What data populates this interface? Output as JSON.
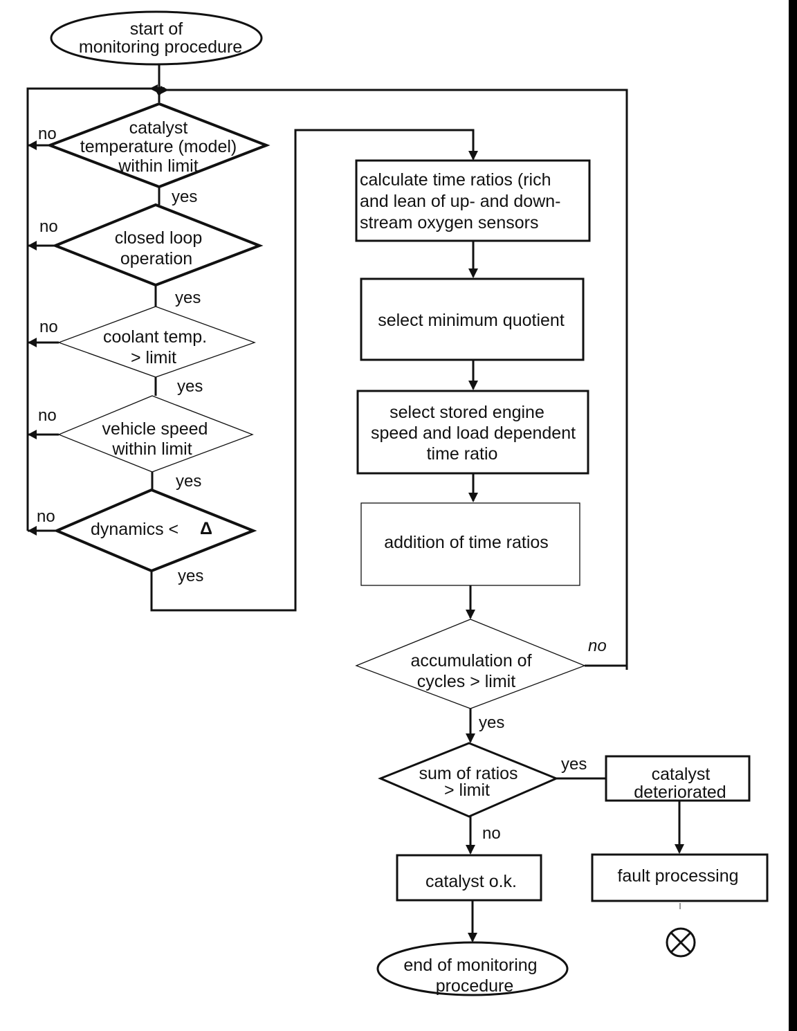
{
  "nodes": {
    "start": [
      "start of",
      "monitoring procedure"
    ],
    "d1": [
      "catalyst",
      "temperature (model)",
      "within limit"
    ],
    "d2": [
      "closed loop",
      "operation"
    ],
    "d3": [
      "coolant temp.",
      "> limit"
    ],
    "d4": [
      "vehicle speed",
      "within limit"
    ],
    "d5": "dynamics <",
    "d5_symbol": "Δ",
    "b1": [
      "calculate time ratios (rich",
      "and lean of up- and down-",
      "stream oxygen sensors"
    ],
    "b2": "select minimum quotient",
    "b3": [
      "select stored engine",
      "speed and load dependent",
      "time ratio"
    ],
    "b4": "addition of time ratios",
    "d6": [
      "accumulation of",
      "cycles  > limit"
    ],
    "d7": [
      "sum of ratios",
      "> limit"
    ],
    "ok": "catalyst o.k.",
    "det": [
      "catalyst",
      "deteriorated"
    ],
    "fault": "fault processing",
    "end": [
      "end of monitoring",
      "procedure"
    ]
  },
  "labels": {
    "yes": "yes",
    "no": "no"
  },
  "icons": {
    "terminator": "circled-x-icon"
  }
}
